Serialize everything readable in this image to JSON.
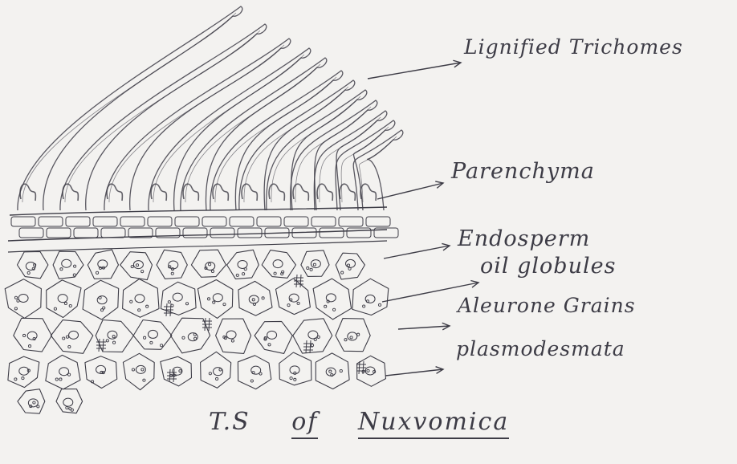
{
  "labels": {
    "trichomes": "Lignified Trichomes",
    "parenchyma": "Parenchyma",
    "endosperm": "Endosperm",
    "oil_globules": "oil globules",
    "aleurone": "Aleurone Grains",
    "plasmodesmata": "plasmodesmata"
  },
  "title": {
    "ts": "T.S",
    "of": "of",
    "name": "Nuxvomica"
  },
  "colors": {
    "ink": "#3d3c46",
    "paper": "#f3f2f0"
  }
}
